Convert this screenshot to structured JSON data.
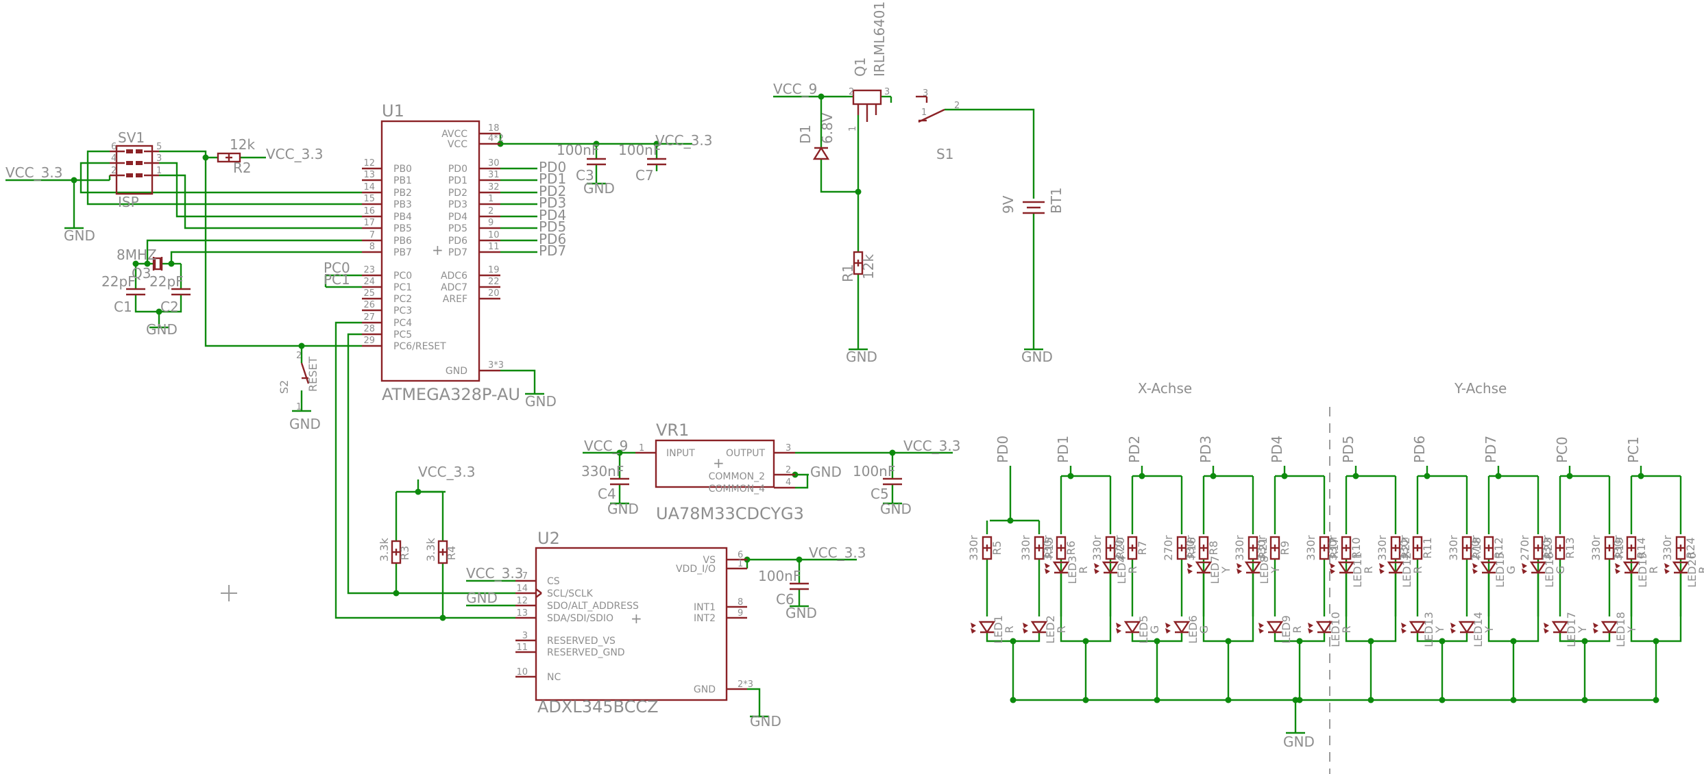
{
  "mcu": {
    "name": "U1",
    "value": "ATMEGA328P-AU",
    "left_pins": [
      {
        "n": "12",
        "l": "PB0"
      },
      {
        "n": "13",
        "l": "PB1"
      },
      {
        "n": "14",
        "l": "PB2"
      },
      {
        "n": "15",
        "l": "PB3"
      },
      {
        "n": "16",
        "l": "PB4"
      },
      {
        "n": "17",
        "l": "PB5"
      },
      {
        "n": "7",
        "l": "PB6"
      },
      {
        "n": "8",
        "l": "PB7"
      },
      {
        "n": "23",
        "l": "PC0"
      },
      {
        "n": "24",
        "l": "PC1"
      },
      {
        "n": "25",
        "l": "PC2"
      },
      {
        "n": "26",
        "l": "PC3"
      },
      {
        "n": "27",
        "l": "PC4"
      },
      {
        "n": "28",
        "l": "PC5"
      },
      {
        "n": "29",
        "l": "PC6/RESET"
      }
    ],
    "right_pins": [
      {
        "n": "18",
        "l": "AVCC"
      },
      {
        "n": "4*2",
        "l": "VCC"
      },
      {
        "n": "30",
        "l": "PD0"
      },
      {
        "n": "31",
        "l": "PD1"
      },
      {
        "n": "32",
        "l": "PD2"
      },
      {
        "n": "1",
        "l": "PD3"
      },
      {
        "n": "2",
        "l": "PD4"
      },
      {
        "n": "9",
        "l": "PD5"
      },
      {
        "n": "10",
        "l": "PD6"
      },
      {
        "n": "11",
        "l": "PD7"
      },
      {
        "n": "19",
        "l": "ADC6"
      },
      {
        "n": "22",
        "l": "ADC7"
      },
      {
        "n": "20",
        "l": "AREF"
      },
      {
        "n": "3*3",
        "l": "GND"
      }
    ],
    "pd_nets": [
      "PD0",
      "PD1",
      "PD2",
      "PD3",
      "PD4",
      "PD5",
      "PD6",
      "PD7"
    ],
    "pc_nets": [
      "PC0",
      "PC1"
    ]
  },
  "isp": {
    "name": "SV1",
    "value": "ISP",
    "left_nums": [
      "6",
      "4",
      "2"
    ],
    "right_nums": [
      "5",
      "3",
      "1"
    ],
    "net": "VCC_3.3",
    "gnd": "GND"
  },
  "r2": {
    "name": "R2",
    "value": "12k",
    "net": "VCC_3.3"
  },
  "crystal": {
    "name": "Q3",
    "value": "8MHZ",
    "c1": "C1",
    "c1v": "22pF",
    "c2": "C2",
    "c2v": "22pF",
    "gnd": "GND"
  },
  "reset": {
    "name": "S2",
    "label": "RESET",
    "pin1": "1",
    "pin2": "2",
    "gnd": "GND"
  },
  "mcu_gnd": "GND",
  "decoupling": {
    "c3": "C3",
    "c3v": "100nF",
    "c7": "C7",
    "c7v": "100nF",
    "net": "VCC_3.3",
    "gnd": "GND"
  },
  "power": {
    "net": "VCC_9",
    "q1": "Q1",
    "q1v": "IRLML6401",
    "d1": "D1",
    "d1v": "6.8V",
    "r1": "R1",
    "r1v": "12k",
    "s1": "S1",
    "bt1": "BT1",
    "bt1v": "9V",
    "gnd": "GND",
    "pins": {
      "q2": "2",
      "q3": "3",
      "q1": "1",
      "s3": "3",
      "s1": "1",
      "s2": "2"
    }
  },
  "regulator": {
    "name": "VR1",
    "value": "UA78M33CDCYG3",
    "input": "INPUT",
    "output": "OUTPUT",
    "common2": "COMMON_2",
    "common4": "COMMON_4",
    "in_net": "VCC_9",
    "out_net": "VCC_3.3",
    "p1": "1",
    "p3": "3",
    "p2": "2",
    "p4": "4",
    "c4": "C4",
    "c4v": "330nF",
    "c5": "C5",
    "c5v": "100nF",
    "gnd": "GND"
  },
  "accel": {
    "name": "U2",
    "value": "ADXL345BCCZ",
    "left_pins": [
      {
        "n": "7",
        "l": "CS",
        "net": "VCC_3.3"
      },
      {
        "n": "14",
        "l": "SCL/SCLK",
        "net": ""
      },
      {
        "n": "12",
        "l": "SDO/ALT_ADDRESS",
        "net": "GND"
      },
      {
        "n": "13",
        "l": "SDA/SDI/SDIO",
        "net": ""
      },
      {
        "n": "3",
        "l": "RESERVED_VS",
        "net": ""
      },
      {
        "n": "11",
        "l": "RESERVED_GND",
        "net": ""
      },
      {
        "n": "10",
        "l": "NC",
        "net": ""
      }
    ],
    "right_pins": [
      {
        "n": "6",
        "l": "VS"
      },
      {
        "n": "1",
        "l": "VDD_I/O"
      },
      {
        "n": "8",
        "l": "INT1"
      },
      {
        "n": "9",
        "l": "INT2"
      },
      {
        "n": "2*3",
        "l": "GND"
      }
    ],
    "net": "VCC_3.3",
    "c6": "C6",
    "c6v": "100nF",
    "gnd": "GND",
    "r3": "R3",
    "r3v": "3.3k",
    "r4": "R4",
    "r4v": "3.3k",
    "pull_net": "VCC_3.3"
  },
  "leds": {
    "x_title": "X-Achse",
    "y_title": "Y-Achse",
    "gnd": "GND",
    "groups": [
      {
        "net": "PD0",
        "ra": "R5",
        "rav": "330r",
        "rb": "R15",
        "rbv": "330r",
        "la": "LED1",
        "lac": "R",
        "lb": "LED2",
        "lbc": "R"
      },
      {
        "net": "PD1",
        "ra": "R6",
        "rav": "330r",
        "rb": "R20",
        "rbv": "330r",
        "la": "LED3",
        "lac": "R",
        "lb": "LED4",
        "lbc": "R"
      },
      {
        "net": "PD2",
        "ra": "R7",
        "rav": "270r",
        "rb": "R16",
        "rbv": "270r",
        "la": "LED5",
        "lac": "G",
        "lb": "LED6",
        "lbc": "G"
      },
      {
        "net": "PD3",
        "ra": "R8",
        "rav": "330r",
        "rb": "R21",
        "rbv": "330r",
        "la": "LED7",
        "lac": "Y",
        "lb": "LED8",
        "lbc": "Y"
      },
      {
        "net": "PD4",
        "ra": "R9",
        "rav": "330r",
        "rb": "R17",
        "rbv": "330r",
        "la": "LED9",
        "lac": "R",
        "lb": "LED10",
        "lbc": "R"
      },
      {
        "net": "PD5",
        "ra": "R10",
        "rav": "330r",
        "rb": "R22",
        "rbv": "330r",
        "la": "LED11",
        "lac": "R",
        "lb": "LED12",
        "lbc": "R"
      },
      {
        "net": "PD6",
        "ra": "R11",
        "rav": "330r",
        "rb": "R18",
        "rbv": "330r",
        "la": "LED13",
        "lac": "Y",
        "lb": "LED14",
        "lbc": "Y"
      },
      {
        "net": "PD7",
        "ra": "R12",
        "rav": "270r",
        "rb": "R23",
        "rbv": "270r",
        "la": "LED15",
        "lac": "G",
        "lb": "LED16",
        "lbc": "G"
      },
      {
        "net": "PC0",
        "ra": "R13",
        "rav": "330r",
        "rb": "R19",
        "rbv": "330r",
        "la": "LED17",
        "lac": "Y",
        "lb": "LED18",
        "lbc": "Y"
      },
      {
        "net": "PC1",
        "ra": "R14",
        "rav": "330r",
        "rb": "R24",
        "rbv": "330r",
        "la": "LED19",
        "lac": "R",
        "lb": "LED20",
        "lbc": "R"
      }
    ]
  },
  "colors": {
    "symbol": "#8b2226",
    "net": "#0d8a0d",
    "text": "#8e8e8e"
  }
}
